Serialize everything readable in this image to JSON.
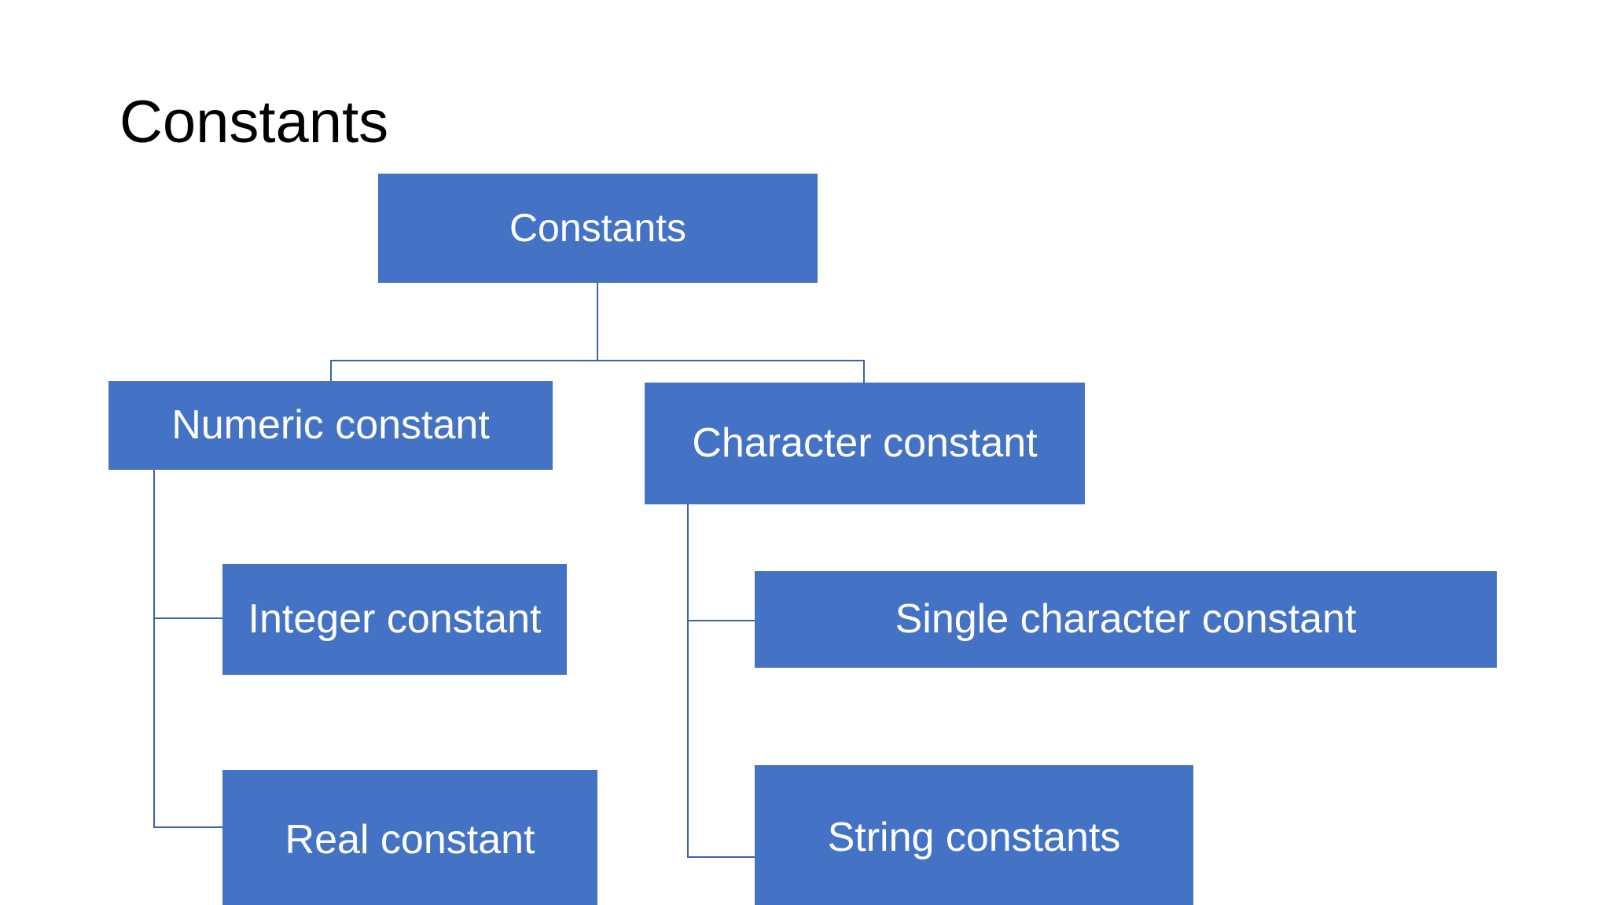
{
  "slide": {
    "title": "Constants",
    "background_color": "#ffffff"
  },
  "theme": {
    "node_fill": "#4472C4",
    "node_text_color": "#ffffff",
    "connector_color": "#3C62A8",
    "title_color": "#000000"
  },
  "diagram": {
    "type": "hierarchy-tree",
    "root": {
      "label": "Constants"
    },
    "level2": [
      {
        "label": "Numeric constant"
      },
      {
        "label": "Character constant"
      }
    ],
    "level3": {
      "numeric_children": [
        {
          "label": "Integer constant"
        },
        {
          "label": "Real constant"
        }
      ],
      "character_children": [
        {
          "label": "Single character constant"
        },
        {
          "label": "String constants"
        }
      ]
    }
  }
}
